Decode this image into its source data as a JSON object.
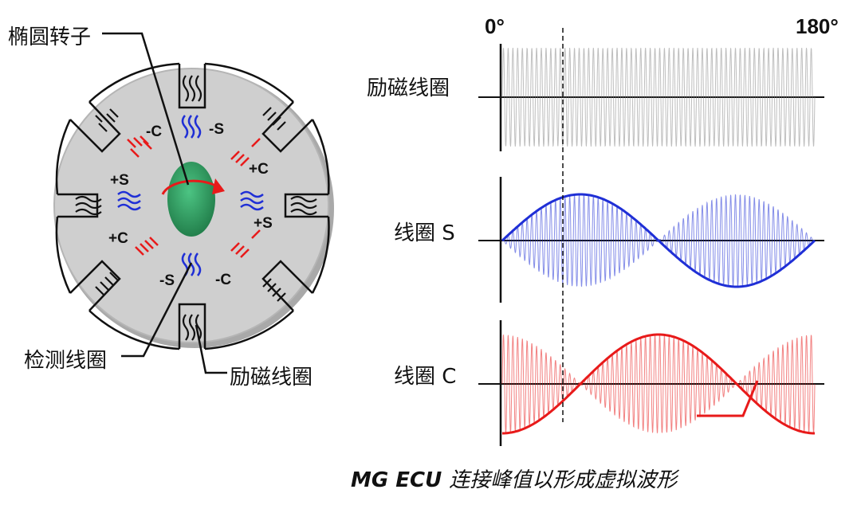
{
  "rotor_label": "椭圆转子",
  "detect_coil_label": "检测线圈",
  "excite_coil_label": "励磁线圈",
  "coil_signs": {
    "minus_c_top": "-C",
    "minus_s_top": "-S",
    "plus_s_left": "+S",
    "plus_c_right": "+C",
    "plus_s_right": "+S",
    "plus_c_left": "+C",
    "minus_s_bottom": "-S",
    "minus_c_bottom": "-C"
  },
  "angle_start": "0°",
  "angle_end": "180°",
  "waves": {
    "excitation_label": "励磁线圈",
    "s_label": "线圈 S",
    "c_label": "线圈 C"
  },
  "caption": {
    "latin": "MG ECU",
    "chinese": "连接峰值以形成虚拟波形"
  },
  "colors": {
    "excite": "#222222",
    "s": "#1f2fd6",
    "c": "#e81a1a",
    "rotor": "#2e9a5e",
    "stator": "#c8c8c8"
  }
}
